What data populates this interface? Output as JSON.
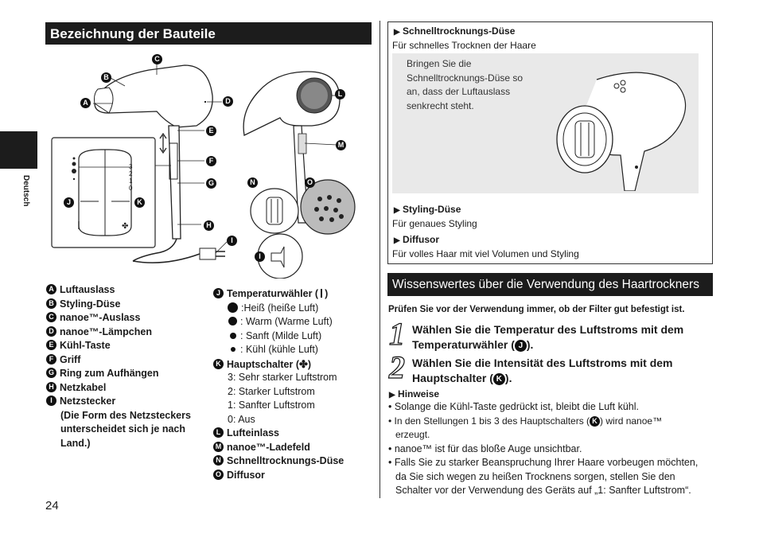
{
  "sidebar": {
    "language": "Deutsch"
  },
  "page_number": "24",
  "left": {
    "heading": "Bezeichnung der Bauteile",
    "figure_letters": {
      "a": "A",
      "b": "B",
      "c": "C",
      "d": "D",
      "e": "E",
      "f": "F",
      "g": "G",
      "h": "H",
      "i": "I",
      "j": "J",
      "k": "K",
      "l": "L",
      "m": "M",
      "n": "N",
      "o": "O"
    },
    "dial_labels": [
      "3",
      "2",
      "1",
      "0"
    ],
    "parts_left": [
      {
        "letter": "A",
        "label": "Luftauslass"
      },
      {
        "letter": "B",
        "label": "Styling-Düse"
      },
      {
        "letter": "C",
        "label": "nanoe™-Auslass"
      },
      {
        "letter": "D",
        "label": "nanoe™-Lämpchen"
      },
      {
        "letter": "E",
        "label": "Kühl-Taste"
      },
      {
        "letter": "F",
        "label": "Griff"
      },
      {
        "letter": "G",
        "label": "Ring zum Aufhängen"
      },
      {
        "letter": "H",
        "label": "Netzkabel"
      },
      {
        "letter": "I",
        "label": "Netzstecker"
      }
    ],
    "plug_note": [
      "(Die Form des Netzsteckers",
      "unterscheidet sich je nach",
      "Land.)"
    ],
    "temp_selector": {
      "letter": "J",
      "label": "Temperaturwähler (",
      "label_end": ")",
      "options": [
        ":Heiß (heiße Luft)",
        ": Warm (Warme Luft)",
        ": Sanft (Milde Luft)",
        ": Kühl (kühle Luft)"
      ]
    },
    "main_switch": {
      "letter": "K",
      "label": "Hauptschalter (",
      "label_end": ")",
      "options": [
        "3: Sehr starker Luftstrom",
        "2: Starker Luftstrom",
        "1: Sanfter Luftstrom",
        "0: Aus"
      ]
    },
    "parts_right_tail": [
      {
        "letter": "L",
        "label": "Lufteinlass"
      },
      {
        "letter": "M",
        "label": "nanoe™-Ladefeld"
      },
      {
        "letter": "N",
        "label": "Schnelltrocknungs-Düse"
      },
      {
        "letter": "O",
        "label": "Diffusor"
      }
    ]
  },
  "right": {
    "box": {
      "quick_title": "Schnelltrocknungs-Düse",
      "quick_desc": "Für schnelles Trocknen der Haare",
      "quick_note": [
        "Bringen Sie die",
        "Schnelltrocknungs-Düse so",
        "an, dass der Luftauslass",
        "senkrecht steht."
      ],
      "styling_title": "Styling-Düse",
      "styling_desc": "Für genaues Styling",
      "diffusor_title": "Diffusor",
      "diffusor_desc": "Für volles Haar mit viel Volumen und Styling"
    },
    "heading": "Wissenswertes über die Verwendung des Haartrockners",
    "filter_note": "Prüfen Sie vor der Verwendung immer, ob der Filter gut befestigt ist.",
    "step1": {
      "num": "1",
      "line1": "Wählen Sie die Temperatur des Luftstroms mit dem",
      "line2a": "Temperaturwähler (",
      "badge": "J",
      "line2b": ")."
    },
    "step2": {
      "num": "2",
      "line1": "Wählen Sie die Intensität des Luftstroms mit dem",
      "line2a": "Hauptschalter (",
      "badge": "K",
      "line2b": ")."
    },
    "hints_title": "Hinweise",
    "hints": {
      "h1": "Solange die Kühl-Taste gedrückt ist, bleibt die Luft kühl.",
      "h2a": "In den Stellungen 1 bis 3 des Hauptschalters (",
      "h2badge": "K",
      "h2b": ") wird nanoe™",
      "h2c": "erzeugt.",
      "h3": "nanoe™ ist für das bloße Auge unsichtbar.",
      "h4": [
        "Falls Sie zu starker Beanspruchung Ihrer Haare vorbeugen möchten,",
        "da Sie sich wegen zu heißen Trocknens sorgen, stellen Sie den",
        "Schalter vor der Verwendung des Geräts auf „1: Sanfter Luftstrom“."
      ]
    }
  }
}
